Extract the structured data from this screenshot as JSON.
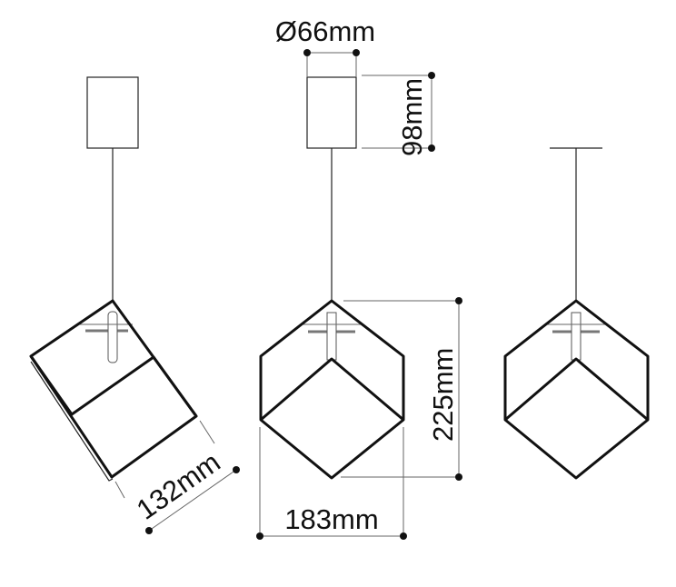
{
  "dimensions": {
    "canopy_diameter": "Ø66mm",
    "canopy_height": "98mm",
    "shade_height": "225mm",
    "shade_width": "183mm",
    "shade_depth": "132mm"
  }
}
